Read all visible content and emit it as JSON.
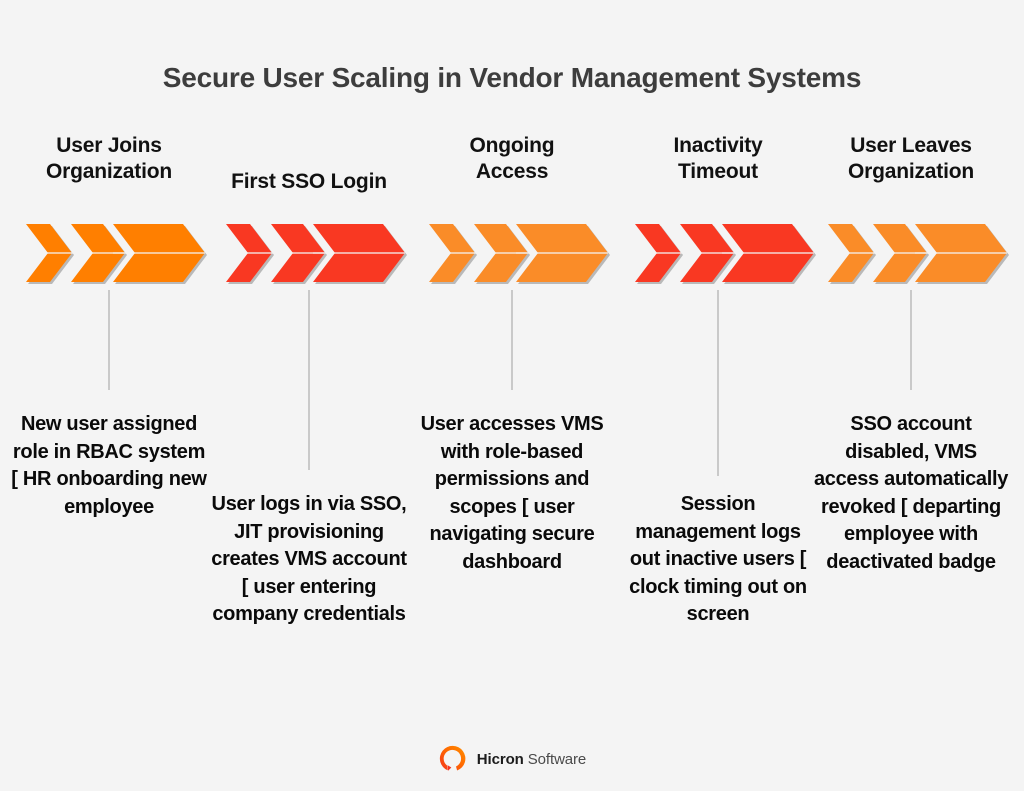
{
  "title": "Secure User Scaling in Vendor Management Systems",
  "background_color": "#F4F4F4",
  "title_color": "#3D3D3D",
  "connector_color": "#C9C9C9",
  "palette": {
    "orange_strong": "#FF7F00",
    "red": "#F93822",
    "orange_light": "#FA8C28",
    "shadow": "#B9B9B9"
  },
  "stages": [
    {
      "label": "User Joins\nOrganization",
      "label_line1": "User Joins",
      "label_line2": "Organization",
      "arrow_color": "#FF7F00",
      "arrow_icon": "triple-chevron-right-icon",
      "description": "New user assigned role in RBAC system [ HR onboarding new employee"
    },
    {
      "label": "First SSO Login",
      "label_line1": "First SSO Login",
      "label_line2": "",
      "arrow_color": "#F93822",
      "arrow_icon": "triple-chevron-right-icon",
      "description": "User logs in via SSO, JIT provisioning creates VMS account [ user entering company credentials"
    },
    {
      "label": "Ongoing\nAccess",
      "label_line1": "Ongoing",
      "label_line2": "Access",
      "arrow_color": "#FA8C28",
      "arrow_icon": "triple-chevron-right-icon",
      "description": "User accesses VMS with role-based permissions and scopes [ user navigating secure dashboard"
    },
    {
      "label": "Inactivity\nTimeout",
      "label_line1": "Inactivity",
      "label_line2": "Timeout",
      "arrow_color": "#F93822",
      "arrow_icon": "triple-chevron-right-icon",
      "description": "Session management logs out inactive users [ clock timing out on screen"
    },
    {
      "label": "User Leaves\nOrganization",
      "label_line1": "User Leaves",
      "label_line2": "Organization",
      "arrow_color": "#FA8C28",
      "arrow_icon": "triple-chevron-right-icon",
      "description": "SSO account disabled, VMS access automatically revoked [ departing employee with deactivated badge"
    }
  ],
  "footer": {
    "logo_icon": "hicron-ring-logo-icon",
    "brand_bold": "Hicron",
    "brand_regular": "Software",
    "logo_gradient_from": "#FF8A00",
    "logo_gradient_to": "#F4321E"
  }
}
